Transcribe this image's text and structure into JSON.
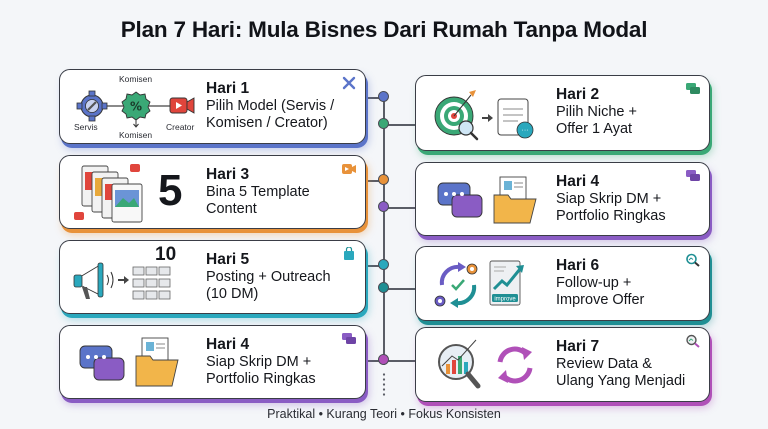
{
  "title": "Plan 7 Hari: Mula Bisnes Dari Rumah Tanpa Modal",
  "footer": "Praktikal • Kurang Teori • Fokus Konsisten",
  "colors": {
    "blue": "#5b74c9",
    "green": "#3aa876",
    "orange": "#e8923a",
    "purple": "#8a5cc4",
    "teal": "#2aa8bd",
    "dark_teal": "#1f8f94",
    "magenta": "#b050b8",
    "line": "#5a5d66"
  },
  "cards": [
    {
      "side": "left",
      "day": "Hari 1",
      "desc": "Pilih Model (Servis /\nKomisen / Creator)",
      "accent": "#5b74c9",
      "corner_icon": "tools-icon",
      "illustration": {
        "type": "model-choice",
        "labels": {
          "servis": "Servis",
          "komisen_top": "Komisen",
          "komisen_bottom": "Komisen",
          "creator": "Creator"
        }
      }
    },
    {
      "side": "right",
      "day": "Hari 2",
      "desc": "Pilih Niche +\nOffer 1 Ayat",
      "accent": "#3aa876",
      "corner_icon": "chat-bubbles-icon",
      "illustration": {
        "type": "target-notepad"
      }
    },
    {
      "side": "left",
      "day": "Hari 3",
      "desc": "Bina 5 Template\nContent",
      "accent": "#e8923a",
      "corner_icon": "video-camera-icon",
      "illustration": {
        "type": "templates",
        "big_number": "5"
      }
    },
    {
      "side": "right",
      "day": "Hari 4",
      "desc": "Siap Skrip DM +\nPortfolio Ringkas",
      "accent": "#8a5cc4",
      "corner_icon": "chat-bubbles-icon",
      "illustration": {
        "type": "chat-folder"
      }
    },
    {
      "side": "left",
      "day": "Hari 5",
      "desc": "Posting + Outreach\n(10 DM)",
      "accent": "#2aa8bd",
      "corner_icon": "shopping-bag-icon",
      "illustration": {
        "type": "megaphone-mail",
        "big_number": "10"
      }
    },
    {
      "side": "right",
      "day": "Hari 6",
      "desc": "Follow-up +\nImprove Offer",
      "accent": "#1f8f94",
      "corner_icon": "magnifier-chart-icon",
      "illustration": {
        "type": "cycle-improve",
        "badge": "improve"
      }
    },
    {
      "side": "left",
      "day": "Hari 4",
      "desc": "Siap Skrip DM +\nPortfolio Ringkas",
      "accent": "#8a5cc4",
      "corner_icon": "chat-bubbles-icon",
      "illustration": {
        "type": "chat-folder"
      }
    },
    {
      "side": "right",
      "day": "Hari 7",
      "desc": "Review Data &\nUlang Yang Menjadi",
      "accent": "#b050b8",
      "corner_icon": "magnifier-chart-icon",
      "illustration": {
        "type": "review-cycle"
      }
    }
  ]
}
